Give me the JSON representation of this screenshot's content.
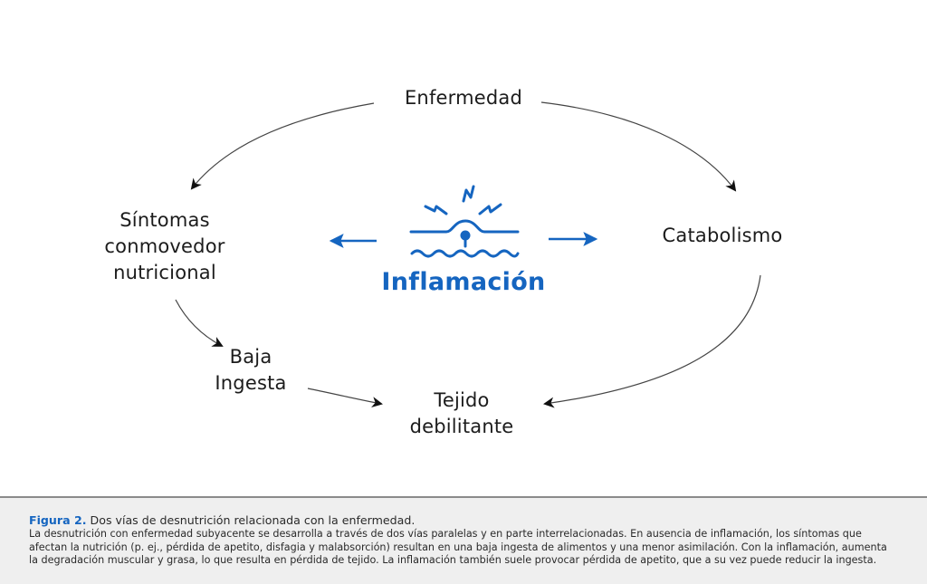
{
  "colors": {
    "accent": "#1565c0",
    "text": "#1c1c1c",
    "caption_bg": "#efefef",
    "caption_border": "#8a8a8a",
    "arrow": "#333333"
  },
  "diagram": {
    "center": {
      "label": "Inflamación",
      "icon": "inflammation-icon"
    },
    "nodes": {
      "enfermedad": [
        "Enfermedad"
      ],
      "sintomas": [
        "Síntomas",
        "conmovedor",
        "nutricional"
      ],
      "catabolismo": [
        "Catabolismo"
      ],
      "baja_ingesta": [
        "Baja",
        "Ingesta"
      ],
      "tejido": [
        "Tejido",
        "debilitante"
      ]
    },
    "edges": [
      {
        "from": "Enfermedad",
        "to": "Síntomas conmovedor nutricional"
      },
      {
        "from": "Enfermedad",
        "to": "Catabolismo"
      },
      {
        "from": "Síntomas conmovedor nutricional",
        "to": "Baja Ingesta"
      },
      {
        "from": "Baja Ingesta",
        "to": "Tejido debilitante"
      },
      {
        "from": "Catabolismo",
        "to": "Tejido debilitante"
      },
      {
        "from": "Inflamación",
        "to": "Síntomas conmovedor nutricional"
      },
      {
        "from": "Inflamación",
        "to": "Catabolismo"
      }
    ]
  },
  "caption": {
    "figure_label": "Figura 2.",
    "title": " Dos vías de desnutrición relacionada con la enfermedad.",
    "lines": [
      "La desnutrición con enfermedad subyacente se desarrolla a través de dos vías paralelas y en parte interrelacionadas. En ausencia de inflamación, los síntomas que",
      "afectan la nutrición (p. ej., pérdida de apetito, disfagia y malabsorción) resultan en una baja ingesta de alimentos y una menor asimilación. Con la inflamación, aumenta",
      "la degradación muscular y grasa, lo que resulta en pérdida de tejido. La inflamación también suele provocar pérdida de apetito, que a su vez puede reducir la ingesta."
    ]
  }
}
